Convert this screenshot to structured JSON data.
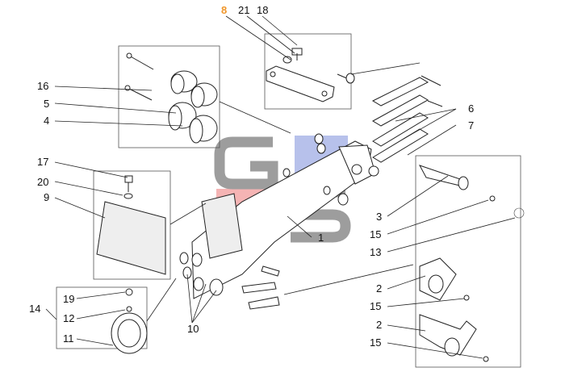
{
  "callouts": [
    {
      "id": "c8",
      "text": "8",
      "highlight": true
    },
    {
      "id": "c21",
      "text": "21"
    },
    {
      "id": "c18",
      "text": "18"
    },
    {
      "id": "c16",
      "text": "16"
    },
    {
      "id": "c5",
      "text": "5"
    },
    {
      "id": "c4",
      "text": "4"
    },
    {
      "id": "c6",
      "text": "6"
    },
    {
      "id": "c7",
      "text": "7"
    },
    {
      "id": "c17",
      "text": "17"
    },
    {
      "id": "c20",
      "text": "20"
    },
    {
      "id": "c9",
      "text": "9"
    },
    {
      "id": "c1",
      "text": "1"
    },
    {
      "id": "c3",
      "text": "3"
    },
    {
      "id": "c15a",
      "text": "15"
    },
    {
      "id": "c13",
      "text": "13"
    },
    {
      "id": "c2a",
      "text": "2"
    },
    {
      "id": "c15b",
      "text": "15"
    },
    {
      "id": "c2b",
      "text": "2"
    },
    {
      "id": "c15c",
      "text": "15"
    },
    {
      "id": "c10",
      "text": "10"
    },
    {
      "id": "c19",
      "text": "19"
    },
    {
      "id": "c14",
      "text": "14"
    },
    {
      "id": "c12",
      "text": "12"
    },
    {
      "id": "c11",
      "text": "11"
    }
  ],
  "colors": {
    "highlight": "#f0962a",
    "watermark_gray": "#8c8c8c",
    "watermark_blue": "#8f9fe0",
    "watermark_red": "#f08a8a"
  },
  "watermark": {
    "description": "GS logo watermark"
  }
}
